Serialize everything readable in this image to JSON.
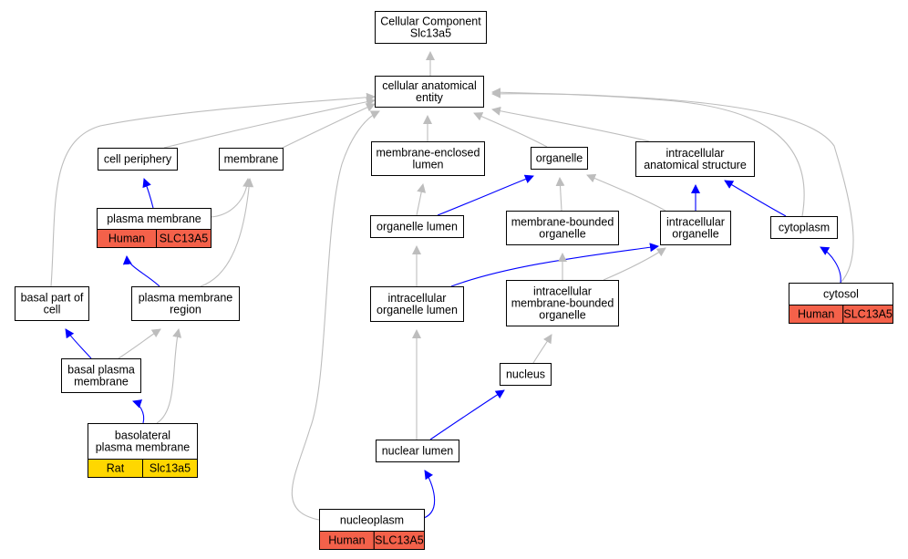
{
  "colors": {
    "is_a_edge": "#bdbdbd",
    "part_of_edge": "#0000ff",
    "human_annotation": "#f4614a",
    "rat_annotation": "#ffd700"
  },
  "nodes": {
    "root": {
      "lines": [
        "Cellular Component",
        "Slc13a5"
      ]
    },
    "cellular_anatomical_entity": {
      "lines": [
        "cellular anatomical",
        "entity"
      ]
    },
    "cell_periphery": {
      "lines": [
        "cell periphery"
      ]
    },
    "membrane": {
      "lines": [
        "membrane"
      ]
    },
    "membrane_enclosed_lumen": {
      "lines": [
        "membrane-enclosed",
        "lumen"
      ]
    },
    "organelle": {
      "lines": [
        "organelle"
      ]
    },
    "intracellular_anatomical_structure": {
      "lines": [
        "intracellular",
        "anatomical structure"
      ]
    },
    "plasma_membrane": {
      "lines": [
        "plasma membrane"
      ],
      "tags": [
        {
          "species": "Human",
          "gene": "SLC13A5"
        }
      ]
    },
    "organelle_lumen": {
      "lines": [
        "organelle lumen"
      ]
    },
    "membrane_bounded_organelle": {
      "lines": [
        "membrane-bounded",
        "organelle"
      ]
    },
    "intracellular_organelle": {
      "lines": [
        "intracellular",
        "organelle"
      ]
    },
    "cytoplasm": {
      "lines": [
        "cytoplasm"
      ]
    },
    "basal_part_of_cell": {
      "lines": [
        "basal part of",
        "cell"
      ]
    },
    "plasma_membrane_region": {
      "lines": [
        "plasma membrane",
        "region"
      ]
    },
    "intracellular_organelle_lumen": {
      "lines": [
        "intracellular",
        "organelle lumen"
      ]
    },
    "intracellular_membrane_bounded_organelle": {
      "lines": [
        "intracellular",
        "membrane-bounded",
        "organelle"
      ]
    },
    "cytosol": {
      "lines": [
        "cytosol"
      ],
      "tags": [
        {
          "species": "Human",
          "gene": "SLC13A5"
        }
      ]
    },
    "basal_plasma_membrane": {
      "lines": [
        "basal plasma",
        "membrane"
      ]
    },
    "nucleus": {
      "lines": [
        "nucleus"
      ]
    },
    "basolateral_plasma_membrane": {
      "lines": [
        "basolateral",
        "plasma membrane"
      ],
      "tags": [
        {
          "species": "Rat",
          "gene": "Slc13a5"
        }
      ]
    },
    "nuclear_lumen": {
      "lines": [
        "nuclear lumen"
      ]
    },
    "nucleoplasm": {
      "lines": [
        "nucleoplasm"
      ],
      "tags": [
        {
          "species": "Human",
          "gene": "SLC13A5"
        }
      ]
    }
  },
  "edges": [
    {
      "from": "cellular_anatomical_entity",
      "to": "root",
      "type": "is_a"
    },
    {
      "from": "cell_periphery",
      "to": "cellular_anatomical_entity",
      "type": "is_a"
    },
    {
      "from": "membrane",
      "to": "cellular_anatomical_entity",
      "type": "is_a"
    },
    {
      "from": "membrane_enclosed_lumen",
      "to": "cellular_anatomical_entity",
      "type": "is_a"
    },
    {
      "from": "organelle",
      "to": "cellular_anatomical_entity",
      "type": "is_a"
    },
    {
      "from": "intracellular_anatomical_structure",
      "to": "cellular_anatomical_entity",
      "type": "is_a"
    },
    {
      "from": "basal_part_of_cell",
      "to": "cellular_anatomical_entity",
      "type": "is_a"
    },
    {
      "from": "cytoplasm",
      "to": "cellular_anatomical_entity",
      "type": "is_a"
    },
    {
      "from": "cytosol",
      "to": "cellular_anatomical_entity",
      "type": "is_a"
    },
    {
      "from": "nucleoplasm",
      "to": "cellular_anatomical_entity",
      "type": "is_a"
    },
    {
      "from": "plasma_membrane",
      "to": "cell_periphery",
      "type": "part_of"
    },
    {
      "from": "plasma_membrane",
      "to": "membrane",
      "type": "is_a"
    },
    {
      "from": "plasma_membrane_region",
      "to": "membrane",
      "type": "is_a"
    },
    {
      "from": "plasma_membrane_region",
      "to": "plasma_membrane",
      "type": "part_of"
    },
    {
      "from": "organelle_lumen",
      "to": "membrane_enclosed_lumen",
      "type": "is_a"
    },
    {
      "from": "organelle_lumen",
      "to": "organelle",
      "type": "part_of"
    },
    {
      "from": "membrane_bounded_organelle",
      "to": "organelle",
      "type": "is_a"
    },
    {
      "from": "intracellular_organelle",
      "to": "organelle",
      "type": "is_a"
    },
    {
      "from": "intracellular_organelle",
      "to": "intracellular_anatomical_structure",
      "type": "part_of"
    },
    {
      "from": "cytoplasm",
      "to": "intracellular_anatomical_structure",
      "type": "part_of"
    },
    {
      "from": "cytosol",
      "to": "cytoplasm",
      "type": "part_of"
    },
    {
      "from": "intracellular_organelle_lumen",
      "to": "organelle_lumen",
      "type": "is_a"
    },
    {
      "from": "intracellular_organelle_lumen",
      "to": "intracellular_organelle",
      "type": "part_of"
    },
    {
      "from": "intracellular_membrane_bounded_organelle",
      "to": "membrane_bounded_organelle",
      "type": "is_a"
    },
    {
      "from": "intracellular_membrane_bounded_organelle",
      "to": "intracellular_organelle",
      "type": "is_a"
    },
    {
      "from": "basal_plasma_membrane",
      "to": "basal_part_of_cell",
      "type": "part_of"
    },
    {
      "from": "basal_plasma_membrane",
      "to": "plasma_membrane_region",
      "type": "is_a"
    },
    {
      "from": "basolateral_plasma_membrane",
      "to": "basal_plasma_membrane",
      "type": "part_of"
    },
    {
      "from": "basolateral_plasma_membrane",
      "to": "plasma_membrane_region",
      "type": "is_a"
    },
    {
      "from": "nucleus",
      "to": "intracellular_membrane_bounded_organelle",
      "type": "is_a"
    },
    {
      "from": "nuclear_lumen",
      "to": "intracellular_organelle_lumen",
      "type": "is_a"
    },
    {
      "from": "nuclear_lumen",
      "to": "nucleus",
      "type": "part_of"
    },
    {
      "from": "nucleoplasm",
      "to": "nuclear_lumen",
      "type": "part_of"
    }
  ]
}
